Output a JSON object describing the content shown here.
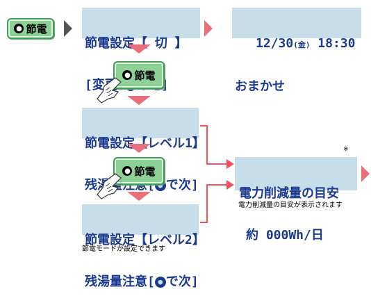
{
  "button_label": "節電",
  "lcd_setting_off": {
    "line1": "節電設定【 切 】",
    "line2_prefix": "[変更:",
    "line2_btn": "節電",
    "line2_suffix": "]"
  },
  "lcd_clock": {
    "date": "12/30",
    "weekday": "金",
    "time": "18:30",
    "mode": "おまかせ"
  },
  "lcd_level1": {
    "line1": "節電設定【レベル1】",
    "line2_prefix": "残湯量注意",
    "line2_suffix": "で次]"
  },
  "lcd_level2": {
    "line1": "節電設定【レベル2】",
    "line2_prefix": "残湯量注意",
    "line2_suffix": "で次]"
  },
  "lcd_estimate": {
    "line1": "電力削減量の目安",
    "line2": "約 000Wh/日",
    "note_mark": "※"
  },
  "caption_estimate": "電力削減量の目安が表示されます",
  "caption_mode": "節電モードが設定できます",
  "colors": {
    "arrow": "#e9707a",
    "lcd_bg": "#c7deea",
    "lcd_text": "#1b3a8e",
    "button": "#8ed197",
    "connector": "#ee5360"
  }
}
